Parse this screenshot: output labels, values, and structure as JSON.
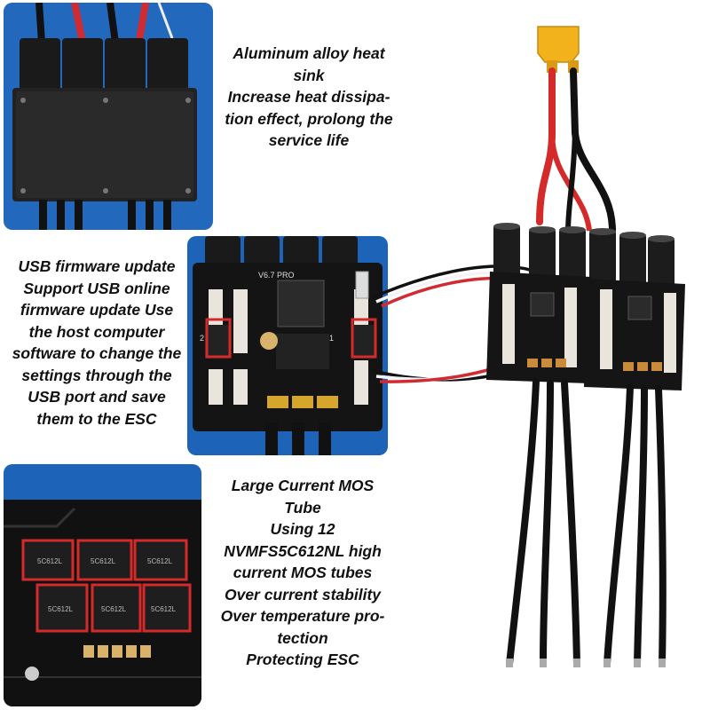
{
  "captions": {
    "heatsink": [
      "Aluminum alloy heat",
      "sink",
      "Increase heat dissipa-",
      "tion effect, prolong the",
      "service life"
    ],
    "usb": [
      "USB firmware update",
      "Support USB online",
      "firmware update Use",
      "the host computer",
      "software to change the",
      "settings through the",
      "USB port and save",
      "them to the ESC"
    ],
    "mos": [
      "Large Current MOS",
      "Tube",
      "Using 12",
      "NVMFS5C612NL high",
      "current MOS tubes",
      "Over current stability",
      "Over temperature pro-",
      "tection",
      "Protecting ESC"
    ]
  },
  "board_labels": {
    "version": "V6.7 PRO",
    "port_left": "2",
    "port_right": "1",
    "mos_top": [
      "5C612L",
      "5C612L",
      "5C612L"
    ],
    "mos_bottom": [
      "5C612L",
      "5C612L",
      "5C612L"
    ]
  },
  "colors": {
    "panel_blue": "#1d63b8",
    "highlight_red": "#d42a2a",
    "connector_yellow": "#f2b21c"
  }
}
